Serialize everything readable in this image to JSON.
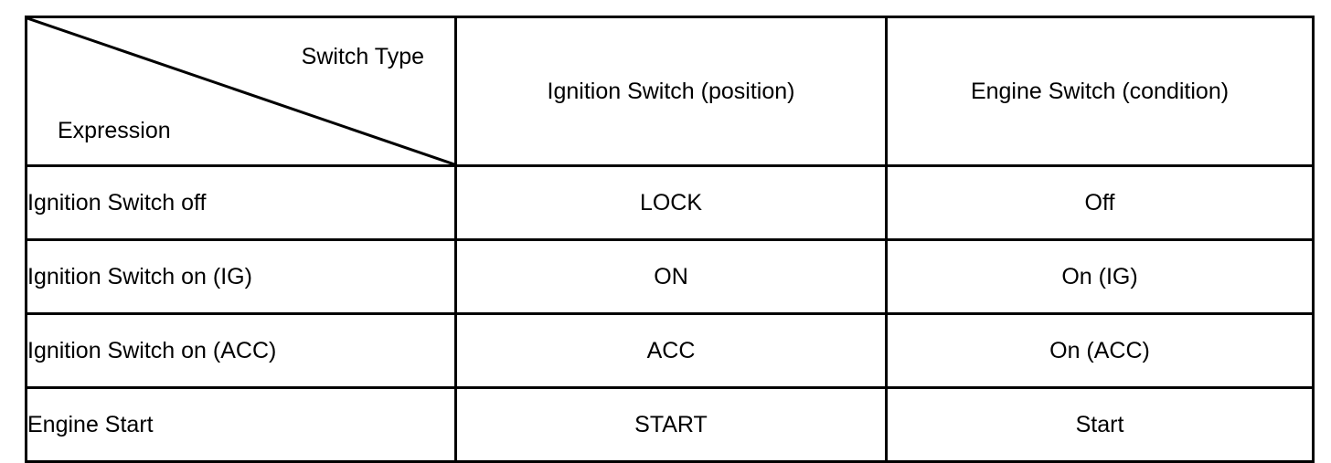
{
  "table": {
    "corner": {
      "column_axis_label": "Switch Type",
      "row_axis_label": "Expression",
      "diagonal": "diagonal-divider"
    },
    "headers": [
      "Ignition Switch (position)",
      "Engine Switch (condition)"
    ],
    "rows": [
      {
        "expression": "Ignition Switch off",
        "ignition_switch_position": "LOCK",
        "engine_switch_condition": "Off"
      },
      {
        "expression": "Ignition Switch on (IG)",
        "ignition_switch_position": "ON",
        "engine_switch_condition": "On (IG)"
      },
      {
        "expression": "Ignition Switch on (ACC)",
        "ignition_switch_position": "ACC",
        "engine_switch_condition": "On (ACC)"
      },
      {
        "expression": "Engine Start",
        "ignition_switch_position": "START",
        "engine_switch_condition": "Start"
      }
    ]
  },
  "colors": {
    "border": "#000000",
    "text": "#000000",
    "background": "#ffffff"
  }
}
